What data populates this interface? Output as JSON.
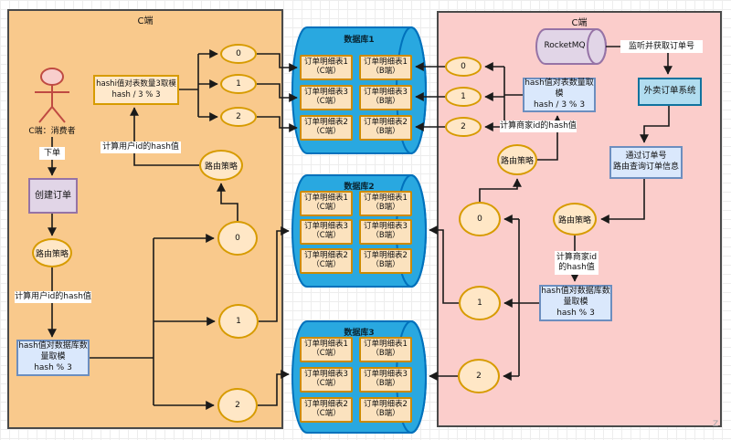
{
  "left_panel": {
    "title": "C端",
    "actor_label": "C端：消费者",
    "order_label": "下单",
    "create_order_box": "创建订单",
    "routing_node_1": "路由策略",
    "hash_label_1": "计算用户id的hash值",
    "db_hash_box": [
      "hash值对数据库数",
      "量取模",
      "hash % 3"
    ],
    "db_circles": [
      "0",
      "1",
      "2"
    ],
    "routing_node_2": "路由策略",
    "hash_label_2": "计算用户id的hash值",
    "table_hash_box": [
      "hashi值对表数量3取模",
      "hash / 3 % 3"
    ],
    "table_circles": [
      "0",
      "1",
      "2"
    ]
  },
  "databases": [
    {
      "title": "数据库1",
      "tables": [
        {
          "name": "订单明细表1",
          "side": "（C端）"
        },
        {
          "name": "订单明细表3",
          "side": "（C端）"
        },
        {
          "name": "订单明细表2",
          "side": "（C端）"
        },
        {
          "name": "订单明细表1",
          "side": "（B端）"
        },
        {
          "name": "订单明细表3",
          "side": "（B端）"
        },
        {
          "name": "订单明细表2",
          "side": "（B端）"
        }
      ]
    },
    {
      "title": "数据库2",
      "tables": [
        {
          "name": "订单明细表1",
          "side": "（C端）"
        },
        {
          "name": "订单明细表3",
          "side": "（C端）"
        },
        {
          "name": "订单明细表2",
          "side": "（C端）"
        },
        {
          "name": "订单明细表1",
          "side": "（B端）"
        },
        {
          "name": "订单明细表3",
          "side": "（B端）"
        },
        {
          "name": "订单明细表2",
          "side": "（B端）"
        }
      ]
    },
    {
      "title": "数据库3",
      "tables": [
        {
          "name": "订单明细表1",
          "side": "（C端）"
        },
        {
          "name": "订单明细表3",
          "side": "（C端）"
        },
        {
          "name": "订单明细表2",
          "side": "（C端）"
        },
        {
          "name": "订单明细表1",
          "side": "（B端）"
        },
        {
          "name": "订单明细表3",
          "side": "（B端）"
        },
        {
          "name": "订单明细表2",
          "side": "（B端）"
        }
      ]
    }
  ],
  "right_panel": {
    "title": "C端",
    "mq_label": "RocketMQ",
    "listen_label": "监听并获取订单号",
    "system_box": "外卖订单系统",
    "query_box": [
      "通过订单号",
      "路由查询订单信息"
    ],
    "routing_node_2": "路由策略",
    "merchant_hash_label_2": [
      "计算商家id",
      "的hash值"
    ],
    "db_hash_box": [
      "hash值对数据库数",
      "量取模",
      "hash % 3"
    ],
    "db_circles": [
      "0",
      "1",
      "2"
    ],
    "routing_node_1": "路由策略",
    "merchant_hash_label_1": "计算商家id的hash值",
    "table_hash_box": [
      "hash值对表数量取",
      "模",
      "hash / 3 % 3"
    ],
    "table_circles": [
      "0",
      "1",
      "2"
    ]
  },
  "watermark": "Z",
  "colors": {
    "left_panel_fill": "#F9C98C",
    "right_panel_fill": "#FBCDCB",
    "db_cylinder_fill": "#29A8E0",
    "db_cylinder_stroke": "#0071BC",
    "node_fill": "#FFE7C6",
    "node_stroke": "#D79B00",
    "blue_box_fill": "#DAE8FC",
    "blue_box_stroke": "#6C8EBF",
    "purple_fill": "#E1D5E7",
    "purple_stroke": "#9673A6",
    "system_box_fill": "#B1DDF0",
    "arrow": "#1a1a1a"
  }
}
